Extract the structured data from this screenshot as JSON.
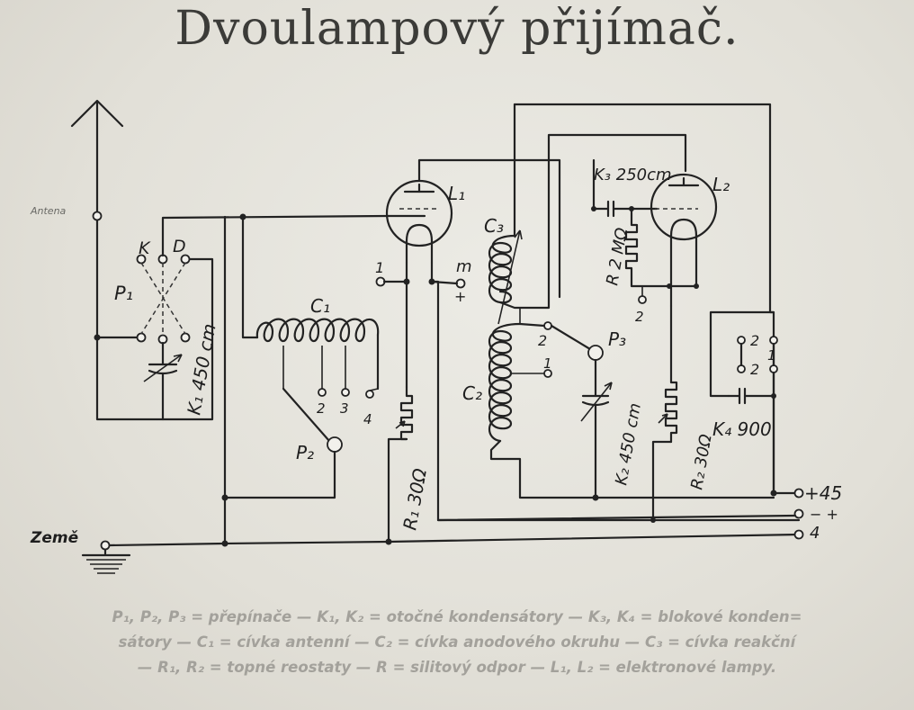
{
  "title": "Dvoulampový přijímač.",
  "labels": {
    "antenna": "Antena",
    "earth": "Země",
    "K": "K",
    "D": "D",
    "P1": "P₁",
    "K1": "K₁ 450 cm",
    "C1": "C₁",
    "P2": "P₂",
    "p2_tap2": "2",
    "p2_tap3": "3",
    "p2_tap4": "4",
    "L1": "L₁",
    "term_1": "1",
    "term_m": "m",
    "term_plus": "+",
    "R1": "R₁ 30Ω",
    "C3": "C₃",
    "C2": "C₂",
    "P3": "P₃",
    "p3_2": "2",
    "p3_1": "1",
    "K2": "K₂ 450 cm",
    "K3": "K₃ 250cm",
    "L2": "L₂",
    "R": "R 2 MΩ",
    "r_2": "2",
    "R2": "R₂ 30Ω",
    "sw_2a": "2",
    "sw_2b": "2",
    "sw_1": "1",
    "K4": "K₄ 900",
    "v45": "+45",
    "v_minus_plus": "−  +",
    "v4": "4"
  },
  "caption": [
    "P₁, P₂, P₃ = přepínače — K₁, K₂ = otočné kondensátory — K₃, K₄ = blokové konden=",
    "sátory — C₁ = cívka antenní — C₂ = cívka anodového okruhu — C₃ = cívka reakční",
    "— R₁, R₂ = topné reostaty — R = silitový odpor — L₁, L₂ = elektronové lampy."
  ]
}
